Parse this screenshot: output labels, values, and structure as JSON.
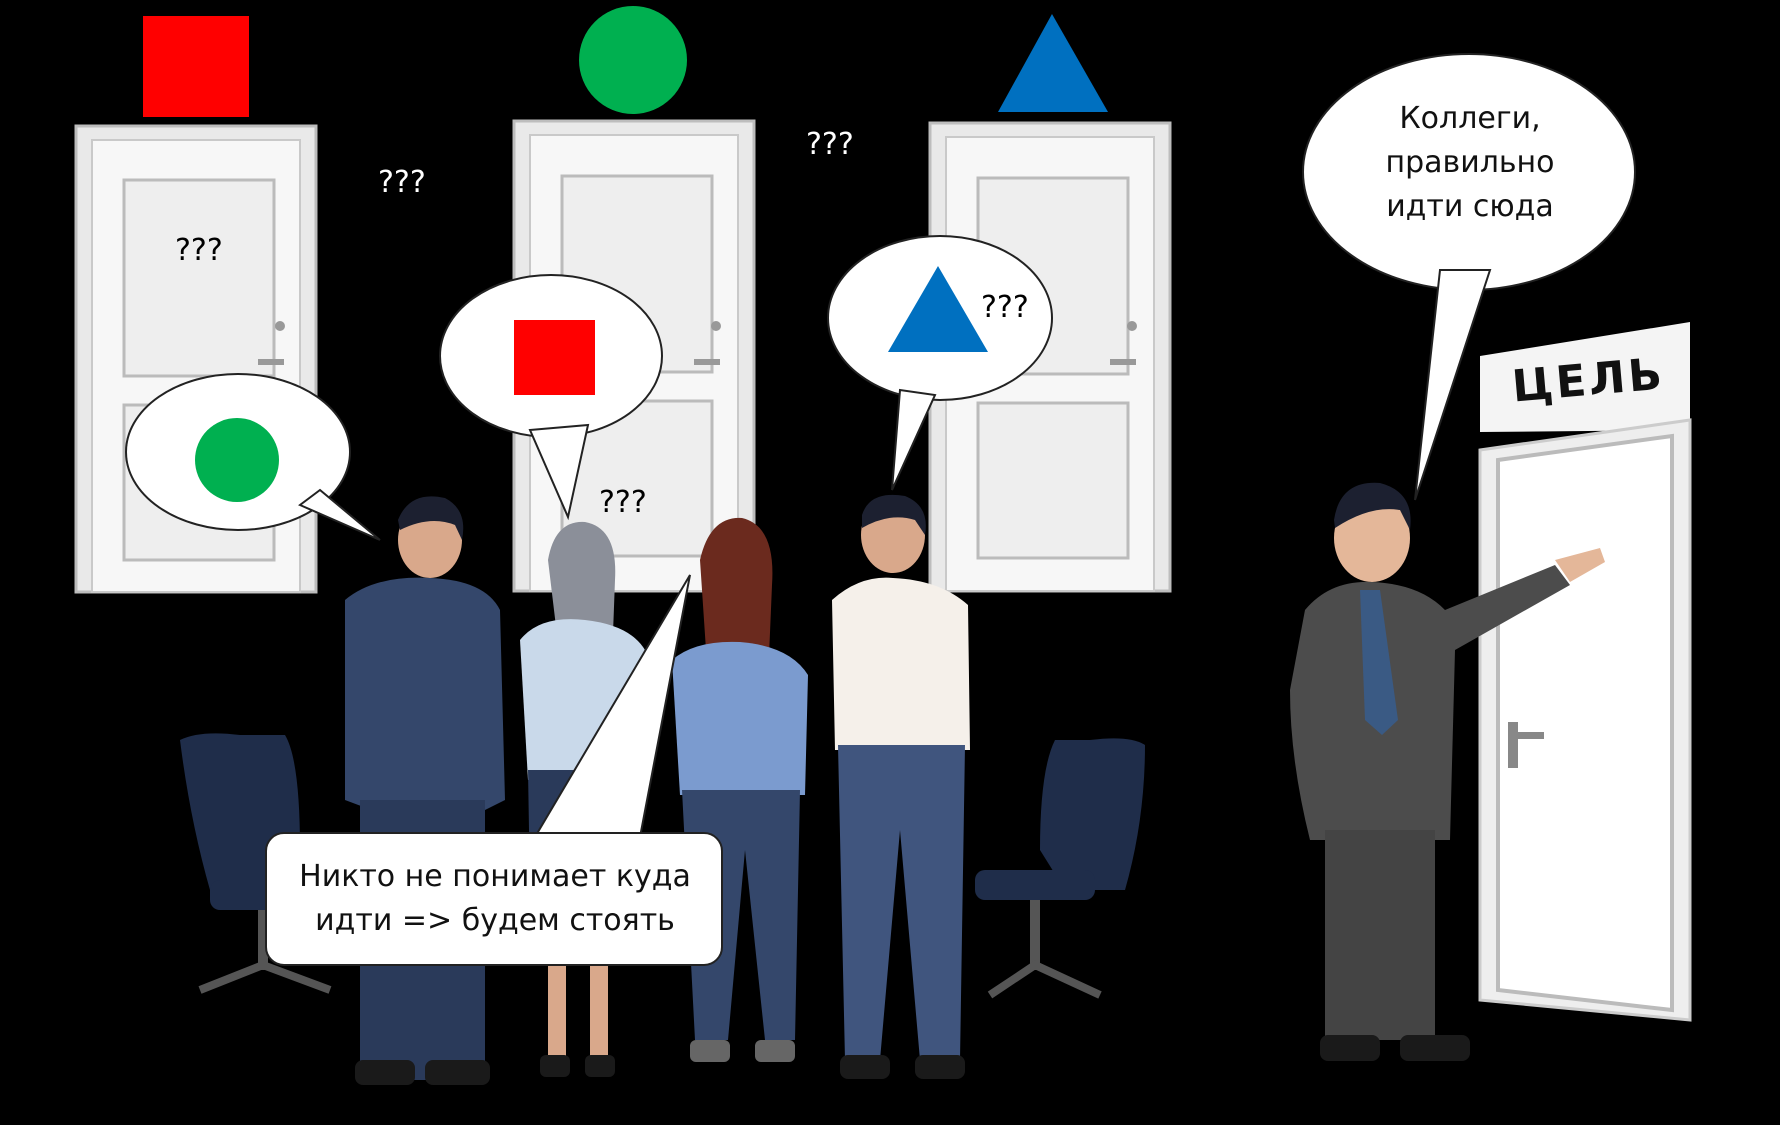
{
  "signs": {
    "door1": "red-square",
    "door2": "green-circle",
    "door3": "blue-triangle"
  },
  "colors": {
    "background": "#000000",
    "red": "#ff0000",
    "green": "#00b050",
    "blue": "#0070c0",
    "door": "#f4f4f4",
    "suit_dark": "#34476b",
    "suit_gray": "#4c4c4c"
  },
  "question_marks": {
    "q1": "???",
    "q2": "???",
    "q3": "???",
    "q4": "???",
    "q5": "???"
  },
  "bubbles": {
    "consensus": "Никто не понимает куда идти => будем стоять",
    "leader": "Коллеги, правильно идти сюда"
  },
  "goal": {
    "label": "ЦЕЛЬ"
  }
}
